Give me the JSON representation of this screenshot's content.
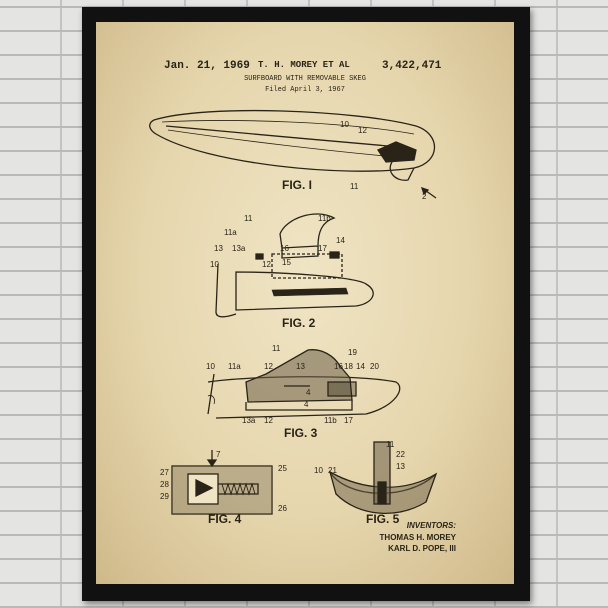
{
  "header": {
    "date": "Jan. 21, 1969",
    "inventor_line": "T. H. MOREY ET AL",
    "patent_number": "3,422,471",
    "title": "SURFBOARD WITH REMOVABLE SKEG",
    "filed": "Filed April 3, 1967"
  },
  "figures": {
    "fig1": "FIG. I",
    "fig2": "FIG. 2",
    "fig3": "FIG. 3",
    "fig4": "FIG. 4",
    "fig5": "FIG. 5"
  },
  "refs": {
    "fig1": [
      "10",
      "12",
      "11",
      "2"
    ],
    "fig2": [
      "11",
      "11b",
      "11a",
      "13",
      "13a",
      "16",
      "17",
      "14",
      "10",
      "12",
      "15"
    ],
    "fig3": [
      "10",
      "11a",
      "11",
      "12",
      "13",
      "16",
      "19",
      "18",
      "14",
      "20",
      "4",
      "4",
      "13a",
      "12",
      "11b",
      "17"
    ],
    "fig4": [
      "7",
      "27",
      "28",
      "29",
      "25",
      "26"
    ],
    "fig5": [
      "10",
      "21",
      "11",
      "22",
      "13"
    ]
  },
  "inventors": {
    "heading": "INVENTORS:",
    "names": [
      "THOMAS H. MOREY",
      "KARL D. POPE, III"
    ]
  },
  "colors": {
    "ink": "#2a2418",
    "paper": "#e6d6ad",
    "frame": "#111111",
    "wall": "#e4e4e2"
  }
}
